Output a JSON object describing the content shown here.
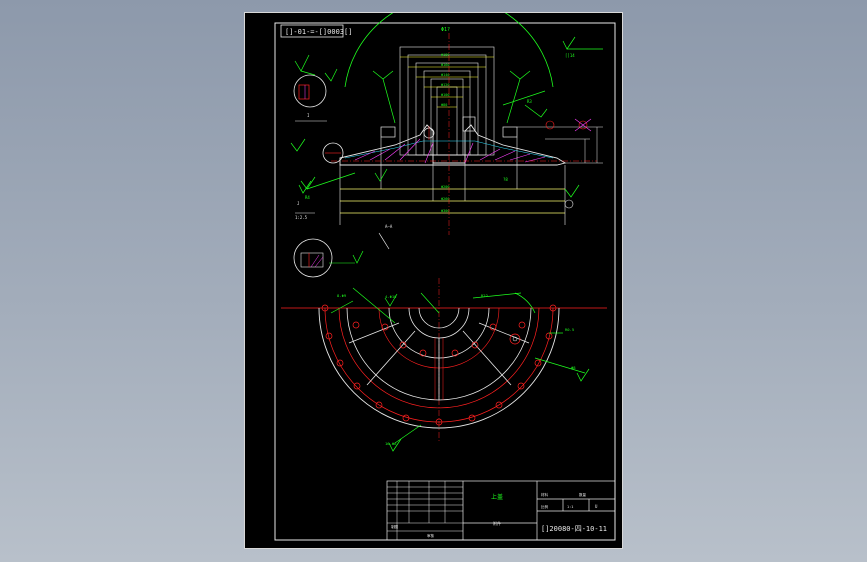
{
  "drawing": {
    "code_box": "[]-01-=-[]0003[]",
    "title_block": {
      "name": "上盖",
      "sub": "附件",
      "drawing_number": "[]20080-四-10-11",
      "scale_label": "比例",
      "scale_value": "1:1",
      "qty_label": "数量",
      "qty_value": "U",
      "material_label": "材料",
      "drawn_label": "制图",
      "check_label": "审核"
    },
    "annotations": {
      "top_dim": "Φ1?",
      "section_label": "A—A",
      "detail_a": "I",
      "detail_scale": "1:2.5",
      "r_note": "R0.5",
      "hole_note": "8-Φ9",
      "slot_note": "4-Φ10",
      "rad_note": "R22",
      "bottom_hole": "16-Φ6",
      "right_note": "Φ8"
    }
  },
  "colors": {
    "background_top": "#8d99ab",
    "sheet": "#000000",
    "line_white": "#e8e8e8",
    "line_green": "#1eff1e",
    "line_red": "#ff2020",
    "line_magenta": "#ff40ff",
    "line_yellow": "#ffff30",
    "line_cyan": "#30e0ff"
  }
}
